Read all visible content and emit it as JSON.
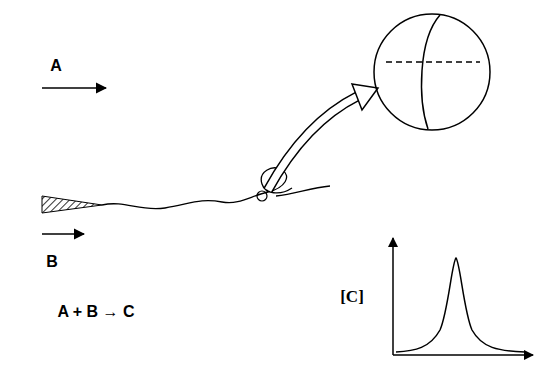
{
  "diagram": {
    "labels": [
      "A",
      "B",
      "A + B → C",
      "[C]"
    ]
  }
}
